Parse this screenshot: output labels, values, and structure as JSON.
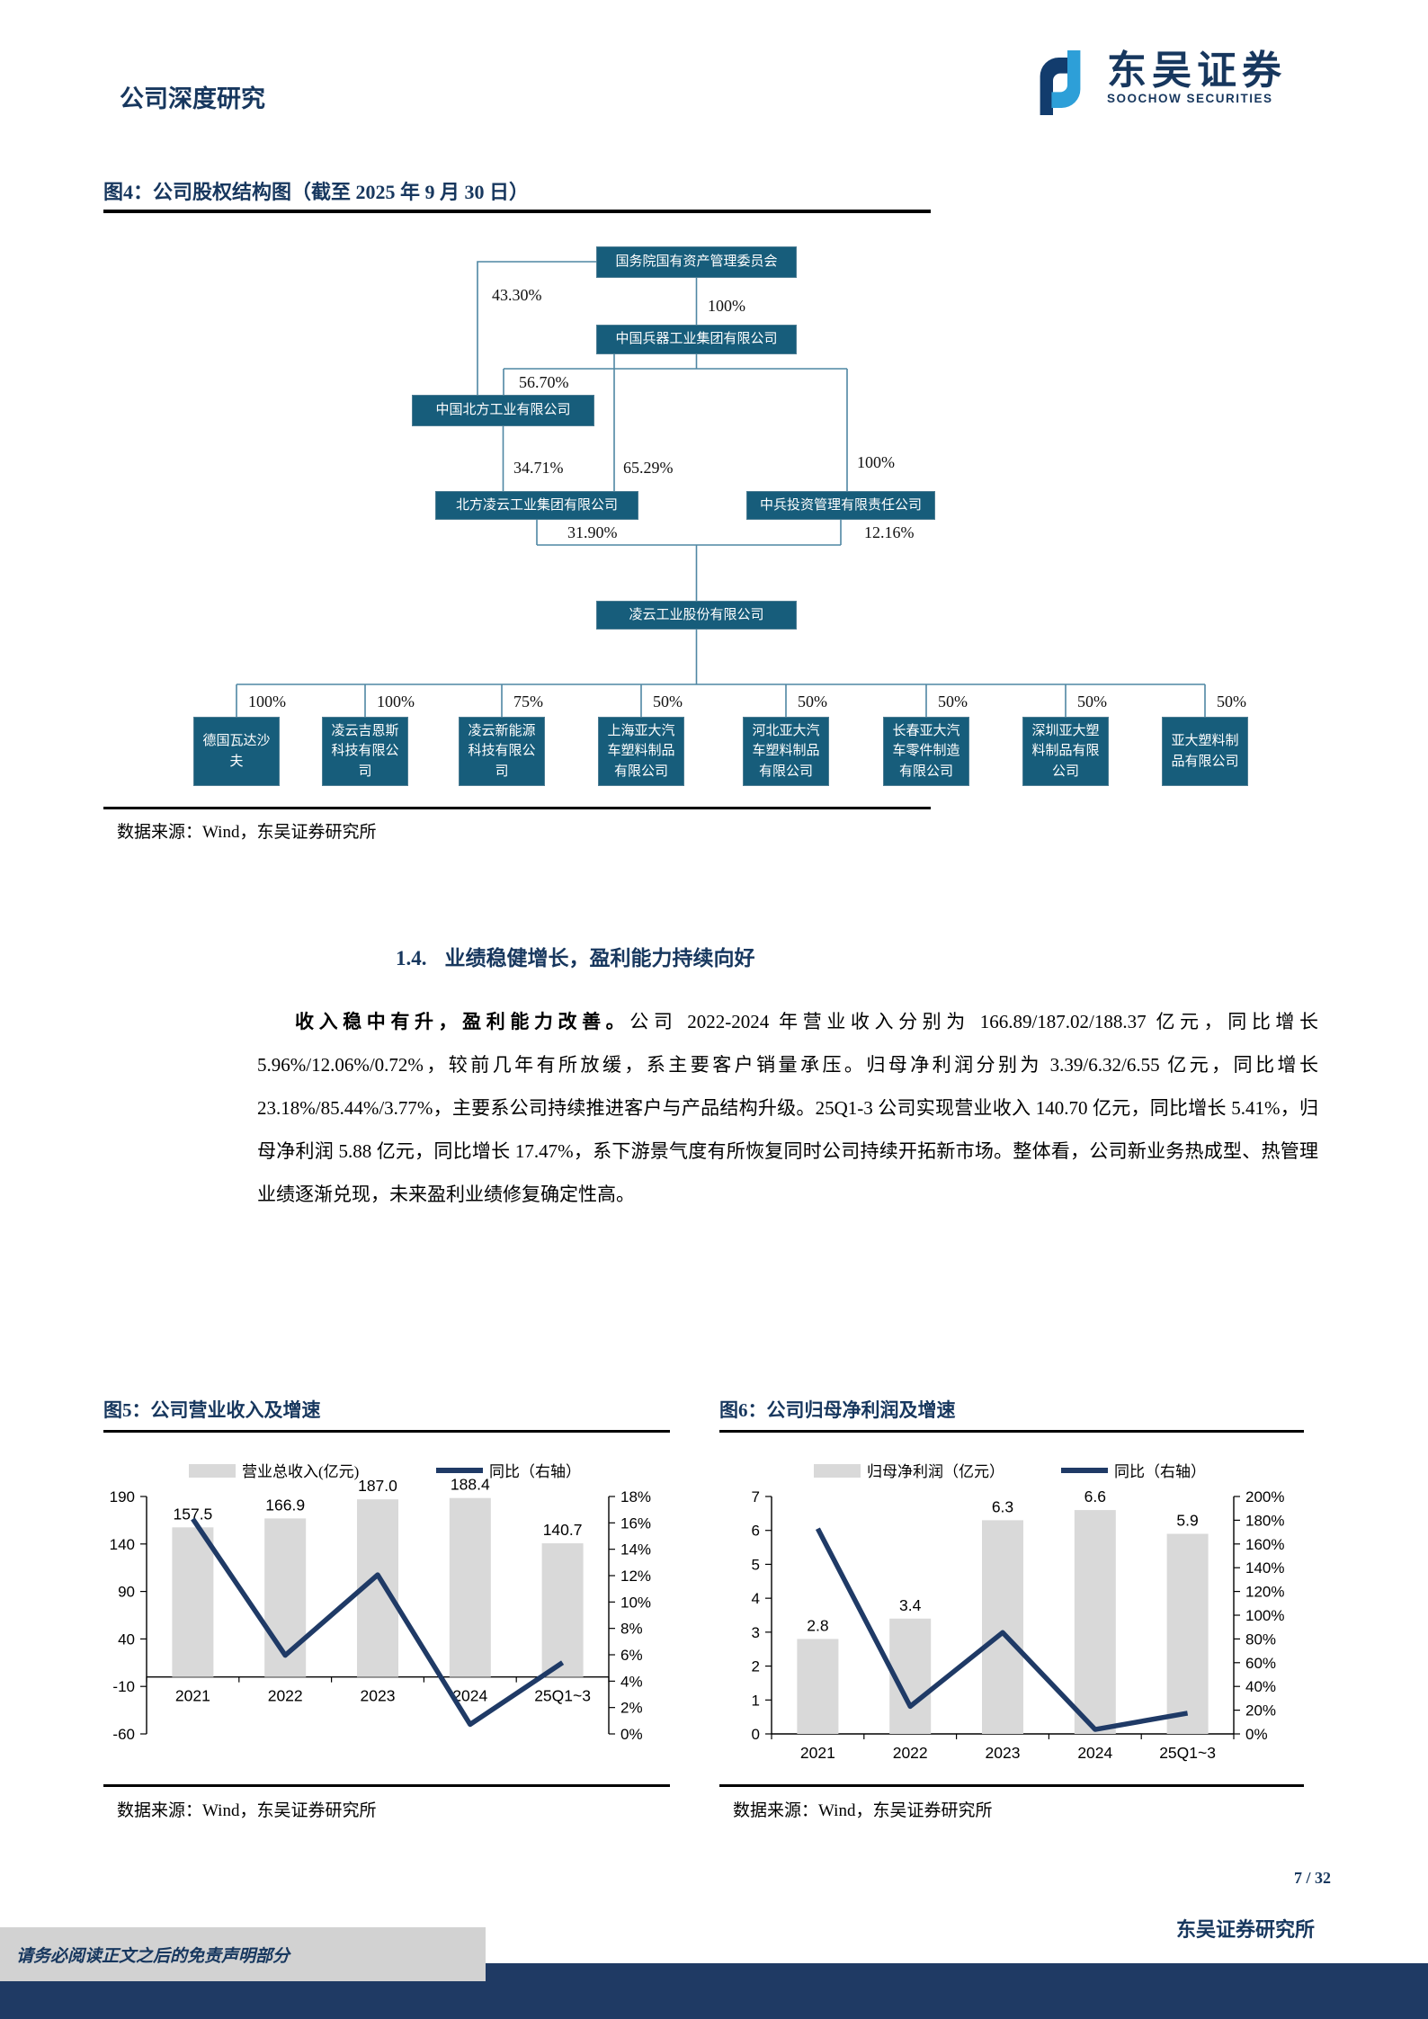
{
  "header": {
    "category": "公司深度研究",
    "brand_cn": "东吴证券",
    "brand_en": "SOOCHOW SECURITIES"
  },
  "figure4": {
    "title": "图4：公司股权结构图（截至 2025 年 9 月 30 日）",
    "source": "数据来源：Wind，东吴证券研究所",
    "org": {
      "nodes": [
        {
          "label": "国务院国有资产管理委员会"
        },
        {
          "label": "中国兵器工业集团有限公司"
        },
        {
          "label": "中国北方工业有限公司"
        },
        {
          "label": "北方凌云工业集团有限公司"
        },
        {
          "label": "中兵投资管理有限责任公司"
        },
        {
          "label": "凌云工业股份有限公司"
        },
        {
          "label": "德国瓦达沙夫"
        },
        {
          "label": "凌云吉恩斯科技有限公司"
        },
        {
          "label": "凌云新能源科技有限公司"
        },
        {
          "label": "上海亚大汽车塑料制品有限公司"
        },
        {
          "label": "河北亚大汽车塑料制品有限公司"
        },
        {
          "label": "长春亚大汽车零件制造有限公司"
        },
        {
          "label": "深圳亚大塑料制品有限公司"
        },
        {
          "label": "亚大塑料制品有限公司"
        }
      ],
      "ownership": [
        {
          "from": "国务院国有资产管理委员会",
          "to": "中国北方工业有限公司",
          "pct": "43.30%"
        },
        {
          "from": "国务院国有资产管理委员会",
          "to": "中国兵器工业集团有限公司",
          "pct": "100%"
        },
        {
          "from": "中国兵器工业集团有限公司",
          "to": "中国北方工业有限公司",
          "pct": "56.70%"
        },
        {
          "from": "中国兵器工业集团有限公司",
          "to": "中兵投资管理有限责任公司",
          "pct": "100%"
        },
        {
          "from": "中国北方工业有限公司",
          "to": "北方凌云工业集团有限公司",
          "pct": "34.71%"
        },
        {
          "from": "中国兵器工业集团有限公司",
          "to": "北方凌云工业集团有限公司",
          "pct": "65.29%"
        },
        {
          "from": "北方凌云工业集团有限公司",
          "to": "凌云工业股份有限公司",
          "pct": "31.90%"
        },
        {
          "from": "中兵投资管理有限责任公司",
          "to": "凌云工业股份有限公司",
          "pct": "12.16%"
        },
        {
          "from": "凌云工业股份有限公司",
          "to": "德国瓦达沙夫",
          "pct": "100%"
        },
        {
          "from": "凌云工业股份有限公司",
          "to": "凌云吉恩斯科技有限公司",
          "pct": "100%"
        },
        {
          "from": "凌云工业股份有限公司",
          "to": "凌云新能源科技有限公司",
          "pct": "75%"
        },
        {
          "from": "凌云工业股份有限公司",
          "to": "上海亚大汽车塑料制品有限公司",
          "pct": "50%"
        },
        {
          "from": "凌云工业股份有限公司",
          "to": "河北亚大汽车塑料制品有限公司",
          "pct": "50%"
        },
        {
          "from": "凌云工业股份有限公司",
          "to": "长春亚大汽车零件制造有限公司",
          "pct": "50%"
        },
        {
          "from": "凌云工业股份有限公司",
          "to": "深圳亚大塑料制品有限公司",
          "pct": "50%"
        },
        {
          "from": "凌云工业股份有限公司",
          "to": "亚大塑料制品有限公司",
          "pct": "50%"
        }
      ]
    }
  },
  "section": {
    "number": "1.4.",
    "title": "业绩稳健增长，盈利能力持续向好"
  },
  "paragraph": {
    "lead": "收入稳中有升，盈利能力改善。",
    "rest": "公司 2022-2024 年营业收入分别为 166.89/187.02/188.37 亿元，同比增长 5.96%/12.06%/0.72%，较前几年有所放缓，系主要客户销量承压。归母净利润分别为 3.39/6.32/6.55 亿元，同比增长 23.18%/85.44%/3.77%，主要系公司持续推进客户与产品结构升级。25Q1-3 公司实现营业收入 140.70 亿元，同比增长 5.41%，归母净利润 5.88 亿元，同比增长 17.47%，系下游景气度有所恢复同时公司持续开拓新市场。整体看，公司新业务热成型、热管理业绩逐渐兑现，未来盈利业绩修复确定性高。"
  },
  "figures": {
    "fig5": {
      "title": "图5：公司营业收入及增速",
      "source": "数据来源：Wind，东吴证券研究所"
    },
    "fig6": {
      "title": "图6：公司归母净利润及增速",
      "source": "数据来源：Wind，东吴证券研究所"
    }
  },
  "chart_data": [
    {
      "type": "bar+line",
      "title": "公司营业收入及增速",
      "categories": [
        "2021",
        "2022",
        "2023",
        "2024",
        "25Q1~3"
      ],
      "bar_series": {
        "name": "营业总收入(亿元)",
        "axis": "left",
        "values": [
          157.5,
          166.9,
          187.0,
          188.4,
          140.7
        ]
      },
      "bar_labels": [
        "157.5",
        "166.9",
        "187.0",
        "188.4",
        "140.7"
      ],
      "line_series": {
        "name": "同比（右轴）",
        "axis": "right",
        "unit": "%",
        "values": [
          16.3,
          5.96,
          12.06,
          0.72,
          5.41
        ]
      },
      "left_axis": {
        "min": -60,
        "max": 190,
        "step": 50
      },
      "right_axis": {
        "min": 0,
        "max": 18,
        "step": 2,
        "suffix": "%"
      },
      "legend_position": "top",
      "grid": false
    },
    {
      "type": "bar+line",
      "title": "公司归母净利润及增速",
      "categories": [
        "2021",
        "2022",
        "2023",
        "2024",
        "25Q1~3"
      ],
      "bar_series": {
        "name": "归母净利润（亿元）",
        "axis": "left",
        "values": [
          2.8,
          3.4,
          6.3,
          6.6,
          5.9
        ]
      },
      "bar_labels": [
        "2.8",
        "3.4",
        "6.3",
        "6.6",
        "5.9"
      ],
      "line_series": {
        "name": "同比（右轴）",
        "axis": "right",
        "unit": "%",
        "values": [
          172.9,
          23.18,
          85.44,
          3.77,
          17.47
        ]
      },
      "left_axis": {
        "min": 0,
        "max": 7,
        "step": 1
      },
      "right_axis": {
        "min": 0,
        "max": 200,
        "step": 20,
        "suffix": "%"
      },
      "legend_position": "top",
      "grid": false
    }
  ],
  "footer": {
    "page": "7 / 32",
    "institute": "东吴证券研究所",
    "disclaimer": "请务必阅读正文之后的免责声明部分"
  },
  "colors": {
    "navy": "#17375e",
    "org_box": "#175d7b",
    "bar_gray": "#d9d9d9",
    "line_navy": "#1f3a66",
    "footer_bar": "#1f3a64"
  }
}
